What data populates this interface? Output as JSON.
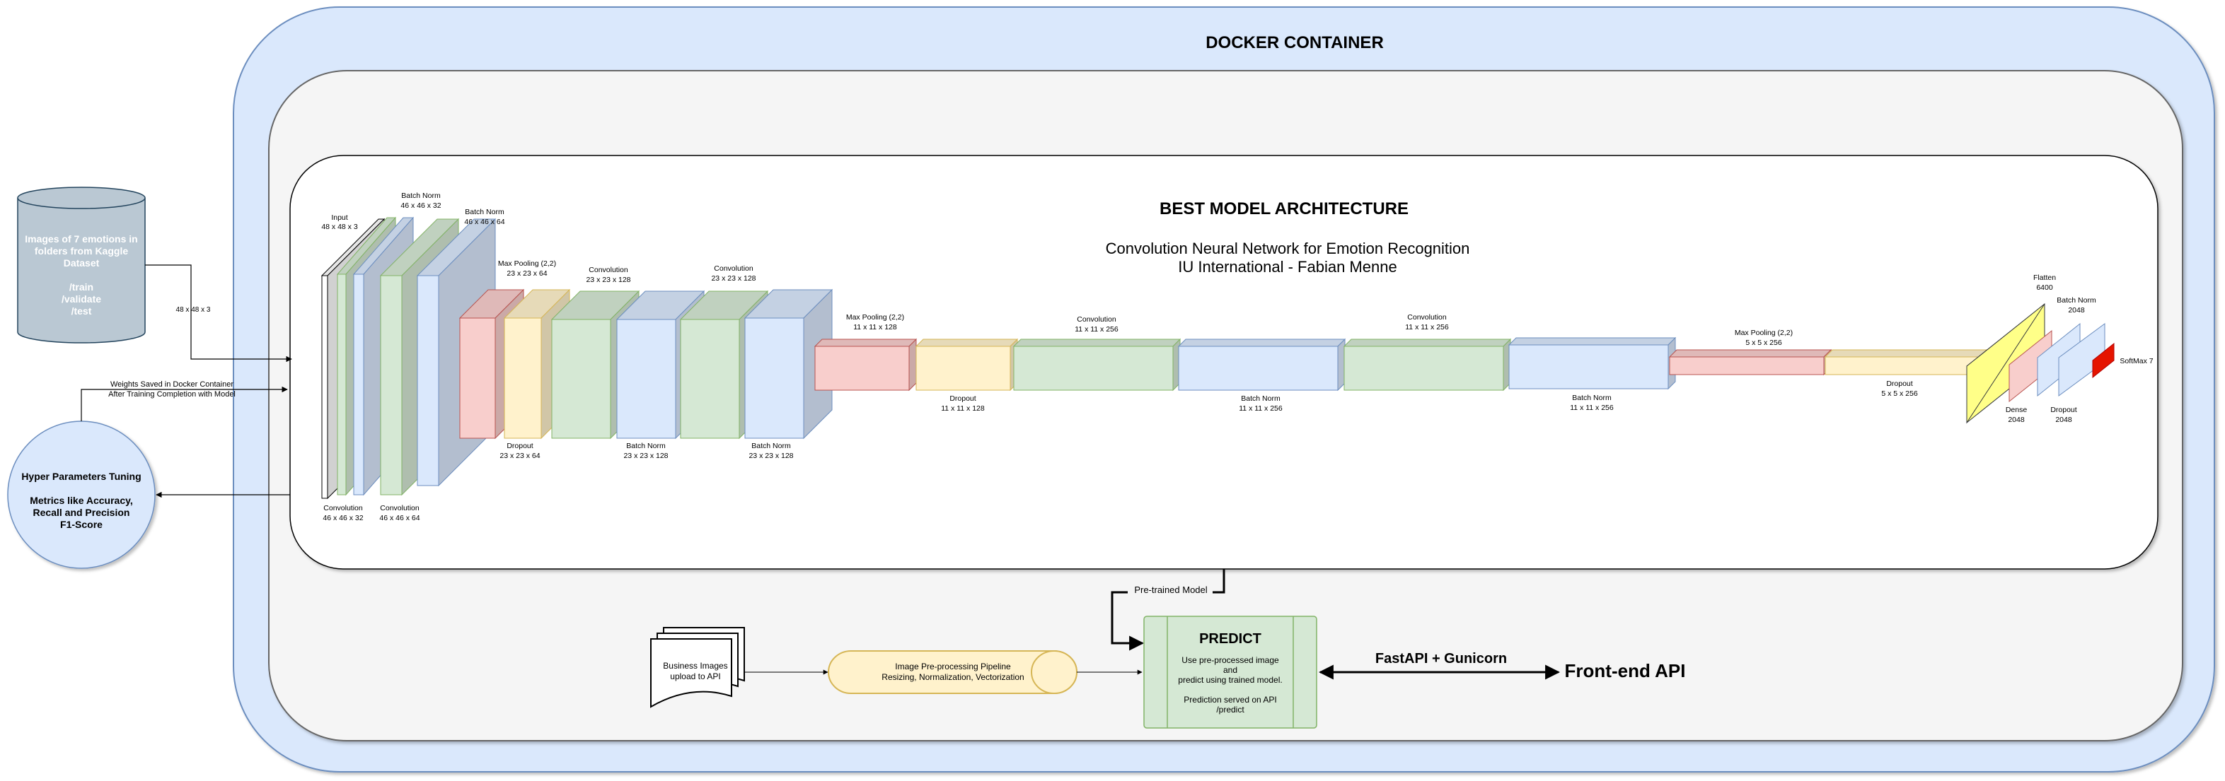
{
  "docker": {
    "title": "DOCKER CONTAINER"
  },
  "architecture": {
    "title": "BEST MODEL ARCHITECTURE",
    "subtitle_1": "Convolution Neural Network for Emotion Recognition",
    "subtitle_2": "IU International - Fabian Menne"
  },
  "dataset": {
    "lines": [
      "Images of 7 emotions in",
      "folders from Kaggle",
      "Dataset",
      "",
      "/train",
      "/validate",
      "/test"
    ]
  },
  "edges": {
    "input_shape": "48 x 48 x 3",
    "weights_1": "Weights Saved in Docker Container",
    "weights_2": "After Training Completion with Model",
    "pretrained": "Pre-trained Model"
  },
  "tuning": {
    "lines": [
      "Hyper Parameters Tuning",
      "",
      "Metrics like Accuracy,",
      "Recall and Precision",
      "F1-Score"
    ]
  },
  "layers": {
    "input": [
      "Input",
      "48 x 48 x 3"
    ],
    "conv1": [
      "Convolution",
      "46 x 46 x 32"
    ],
    "bn1": [
      "Batch Norm",
      "46 x 46 x 32"
    ],
    "conv2": [
      "Convolution",
      "46 x 46 x 64"
    ],
    "bn2": [
      "Batch Norm",
      "46 x 46 x 64"
    ],
    "pool1": [
      "Max Pooling (2,2)",
      "23 x 23 x 64"
    ],
    "drop1": [
      "Dropout",
      "23 x 23 x 64"
    ],
    "conv3": [
      "Convolution",
      "23 x 23 x 128"
    ],
    "bn3": [
      "Batch Norm",
      "23 x 23 x 128"
    ],
    "conv4": [
      "Convolution",
      "23 x 23 x 128"
    ],
    "bn4": [
      "Batch Norm",
      "23 x 23 x 128"
    ],
    "pool2": [
      "Max Pooling (2,2)",
      "11 x 11 x 128"
    ],
    "drop2": [
      "Dropout",
      "11 x 11 x 128"
    ],
    "conv5": [
      "Convolution",
      "11 x 11 x 256"
    ],
    "bn5": [
      "Batch Norm",
      "11 x 11 x 256"
    ],
    "conv6": [
      "Convolution",
      "11 x 11 x 256"
    ],
    "bn6": [
      "Batch Norm",
      "11 x 11 x 256"
    ],
    "pool3": [
      "Max Pooling (2,2)",
      "5 x 5 x 256"
    ],
    "drop3": [
      "Dropout",
      "5 x 5 x 256"
    ],
    "flatten": [
      "Flatten",
      "6400"
    ],
    "dense": [
      "Dense",
      "2048"
    ],
    "bn7": [
      "Batch Norm",
      "2048"
    ],
    "drop4": [
      "Dropout",
      "2048"
    ],
    "softmax": "SoftMax 7"
  },
  "business": {
    "lines": [
      "Business Images",
      "upload to API"
    ]
  },
  "pipeline": {
    "lines": [
      "Image Pre-processing Pipeline",
      "Resizing, Normalization, Vectorization"
    ]
  },
  "predict": {
    "title": "PREDICT",
    "lines": [
      "Use pre-processed image",
      "and",
      "predict using trained model.",
      "",
      "Prediction served on API",
      "/predict"
    ]
  },
  "api": {
    "server": "FastAPI + Gunicorn",
    "frontend": "Front-end API"
  },
  "colors": {
    "red": "#f8cecc",
    "red_stroke": "#b85450",
    "yellow": "#fff2cc",
    "yellow_stroke": "#d6b656",
    "green": "#d5e8d4",
    "green_stroke": "#82b366",
    "blue": "#dae8fc",
    "blue_stroke": "#6c8ebf",
    "lime": "#ffff88",
    "lime_stroke": "#36393d",
    "softmax": "#e51400",
    "dataset": "#bac8d3",
    "dataset_stroke": "#23445d"
  }
}
